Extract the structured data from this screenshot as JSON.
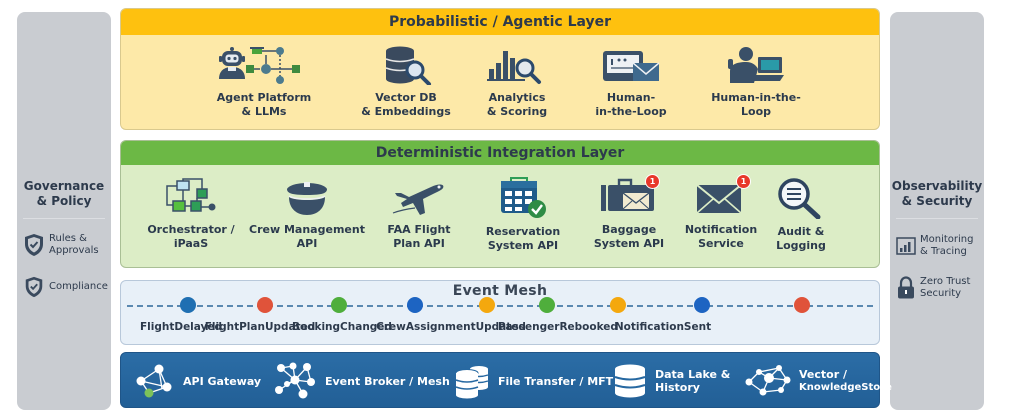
{
  "governance": {
    "title_line1": "Governance",
    "title_line2": "& Policy",
    "items": [
      {
        "icon": "shield-check-icon",
        "line1": "Rules &",
        "line2": "Approvals"
      },
      {
        "icon": "shield-check-icon",
        "line1": "Compliance",
        "line2": ""
      }
    ]
  },
  "observability": {
    "title_line1": "Observability",
    "title_line2": "& Security",
    "items": [
      {
        "icon": "bar-chart-icon",
        "line1": "Monitoring",
        "line2": "& Tracing"
      },
      {
        "icon": "padlock-icon",
        "line1": "Zero Trust",
        "line2": "Security"
      }
    ]
  },
  "probabilistic_layer": {
    "title": "Probabilistic / Agentic Layer",
    "color": "#fec10f",
    "items": [
      {
        "icon": "robot-network-icon",
        "line1": "Agent Platform",
        "line2": "& LLMs"
      },
      {
        "icon": "database-search-icon",
        "line1": "Vector DB",
        "line2": "& Embeddings"
      },
      {
        "icon": "analytics-search-icon",
        "line1": "Analytics",
        "line2": "& Scoring"
      },
      {
        "icon": "tablet-mail-icon",
        "line1": "Human-",
        "line2": "in-the-Loop"
      },
      {
        "icon": "person-laptop-icon",
        "line1": "Human-in-the-",
        "line2": "Loop"
      }
    ]
  },
  "deterministic_layer": {
    "title": "Deterministic Integration Layer",
    "color": "#6cb845",
    "items": [
      {
        "icon": "workflow-icon",
        "line1": "Orchestrator /",
        "line2": "iPaaS"
      },
      {
        "icon": "pilot-cap-icon",
        "line1": "Crew Management",
        "line2": "API"
      },
      {
        "icon": "airplane-icon",
        "line1": "FAA Flight",
        "line2": "Plan API"
      },
      {
        "icon": "calendar-check-icon",
        "line1": "Reservation",
        "line2": "System API"
      },
      {
        "icon": "suitcase-mail-icon",
        "line1": "Baggage",
        "line2": "System API",
        "badge": "1"
      },
      {
        "icon": "envelope-icon",
        "line1": "Notification",
        "line2": "Service",
        "badge": "1"
      },
      {
        "icon": "magnifier-list-icon",
        "line1": "Audit &",
        "line2": "Logging"
      }
    ]
  },
  "event_mesh": {
    "title": "Event Mesh",
    "events": [
      {
        "label": "FlightDelayed",
        "color": "#1f6fb2"
      },
      {
        "label": "FlightPlanUpdated",
        "color": "#e0533a"
      },
      {
        "label": "BookingChanged",
        "color": "#4fae3c"
      },
      {
        "label": "CrewAssignmentUpdated",
        "color": "#1d64c2"
      },
      {
        "label": "PassengerRebooked",
        "color": "#f4a80e"
      },
      {
        "label": "NotificationSent",
        "color": "#4fae3c"
      },
      {
        "label": "",
        "color": "#f4a80e"
      },
      {
        "label": "",
        "color": "#1d64c2"
      },
      {
        "label": "",
        "color": "#e0533a"
      }
    ]
  },
  "foundation": {
    "color": "#2668a1",
    "items": [
      {
        "icon": "network-nodes-icon",
        "line1": "API Gateway",
        "line2": ""
      },
      {
        "icon": "mesh-nodes-icon",
        "line1": "Event Broker / Mesh",
        "line2": ""
      },
      {
        "icon": "stacked-databases-icon",
        "line1": "File Transfer / MFT",
        "line2": ""
      },
      {
        "icon": "database-icon",
        "line1": "Data Lake &",
        "line2": "History"
      },
      {
        "icon": "knowledge-graph-icon",
        "line1": "Vector /",
        "line2": "KnowledgeStore"
      }
    ]
  }
}
